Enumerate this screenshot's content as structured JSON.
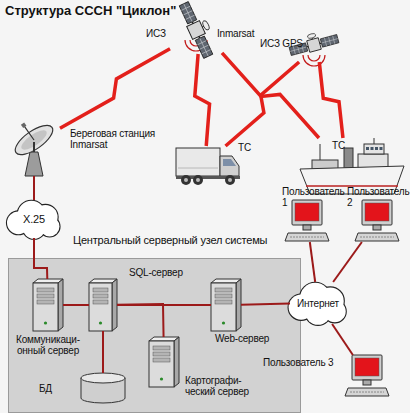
{
  "diagram": {
    "title": "Структура СССН \"Циклон\"",
    "nodes": [
      {
        "text": [
          "ИСЗ",
          "Inmarsat"
        ]
      },
      {
        "text": [
          "ИСЗ GPS"
        ]
      },
      {
        "text": [
          "Береговая станция Inmarsat"
        ]
      },
      {
        "text": [
          "ТС"
        ]
      },
      {
        "text": [
          "ТС"
        ]
      },
      {
        "text": [
          "X.25"
        ]
      },
      {
        "text": [
          "Центральный серверный узел системы"
        ]
      },
      {
        "text": [
          "Коммуникаци- онный сервер"
        ],
        "in": 6
      },
      {
        "text": [
          "SQL-сервер"
        ],
        "in": 6
      },
      {
        "text": [
          "БД"
        ],
        "in": 6
      },
      {
        "text": [
          "Картографи- ческий сервер"
        ],
        "in": 6
      },
      {
        "text": [
          "Web-сервер"
        ],
        "in": 6
      },
      {
        "text": [
          "Интернет"
        ]
      },
      {
        "text": [
          "Пользователь 1"
        ]
      },
      {
        "text": [
          "Пользователь 2"
        ]
      },
      {
        "text": [
          "Пользователь 3"
        ]
      }
    ],
    "edges": [
      {
        "from": 0,
        "to": 2,
        "arrow": "none"
      },
      {
        "from": 0,
        "to": 3,
        "arrow": "none"
      },
      {
        "from": 0,
        "to": 4,
        "arrow": "none"
      },
      {
        "from": 1,
        "to": 3,
        "arrow": "none"
      },
      {
        "from": 1,
        "to": 4,
        "arrow": "none"
      },
      {
        "from": 2,
        "to": 5,
        "arrow": "none"
      },
      {
        "from": 5,
        "to": 7,
        "arrow": "none"
      },
      {
        "from": 7,
        "to": 8,
        "arrow": "none"
      },
      {
        "from": 8,
        "to": 11,
        "arrow": "none"
      },
      {
        "from": 8,
        "to": 10,
        "arrow": "none"
      },
      {
        "from": 9,
        "to": 8,
        "arrow": "none"
      },
      {
        "from": 11,
        "to": 12,
        "arrow": "none"
      },
      {
        "from": 12,
        "to": 13,
        "arrow": "none"
      },
      {
        "from": 12,
        "to": 14,
        "arrow": "none"
      },
      {
        "from": 12,
        "to": 15,
        "arrow": "none"
      }
    ]
  }
}
